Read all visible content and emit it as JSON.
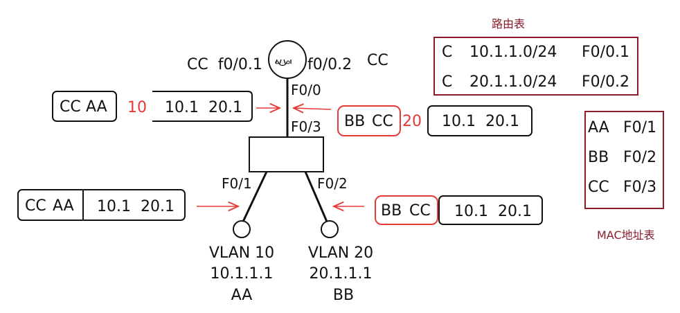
{
  "router": {
    "name": "CC",
    "sub_left": "CC  f0/0.1",
    "sub_right": "f0/0.2",
    "uplink_port": "F0/0"
  },
  "switch": {
    "trunk_port": "F0/3",
    "port_left": "F0/1",
    "port_right": "F0/2"
  },
  "hosts": [
    {
      "vlan": "VLAN 10",
      "ip": "10.1.1.1",
      "mac": "AA"
    },
    {
      "vlan": "VLAN 20",
      "ip": "20.1.1.1",
      "mac": "BB"
    }
  ],
  "frames": {
    "trunk_in": {
      "dst": "CC",
      "src": "AA",
      "tag": "10",
      "payload": "10.1  20.1"
    },
    "trunk_out": {
      "dst": "BB",
      "src": "CC",
      "tag": "20",
      "payload": "10.1  20.1"
    },
    "access_in": {
      "dst": "CC",
      "src": "AA",
      "payload": "10.1  20.1"
    },
    "access_out": {
      "dst": "BB",
      "src": "CC",
      "payload": "10.1  20.1"
    }
  },
  "routing_table": {
    "title": "路由表",
    "rows": [
      {
        "type": "C",
        "network": "10.1.1.0/24",
        "iface": "F0/0.1"
      },
      {
        "type": "C",
        "network": "20.1.1.0/24",
        "iface": "F0/0.2"
      }
    ]
  },
  "mac_table": {
    "title": "MAC地址表",
    "rows": [
      {
        "mac": "AA",
        "port": "F0/1"
      },
      {
        "mac": "BB",
        "port": "F0/2"
      },
      {
        "mac": "CC",
        "port": "F0/3"
      }
    ]
  },
  "colors": {
    "ink": "#111111",
    "red": "#e53935",
    "maroon": "#8b1a2b"
  }
}
